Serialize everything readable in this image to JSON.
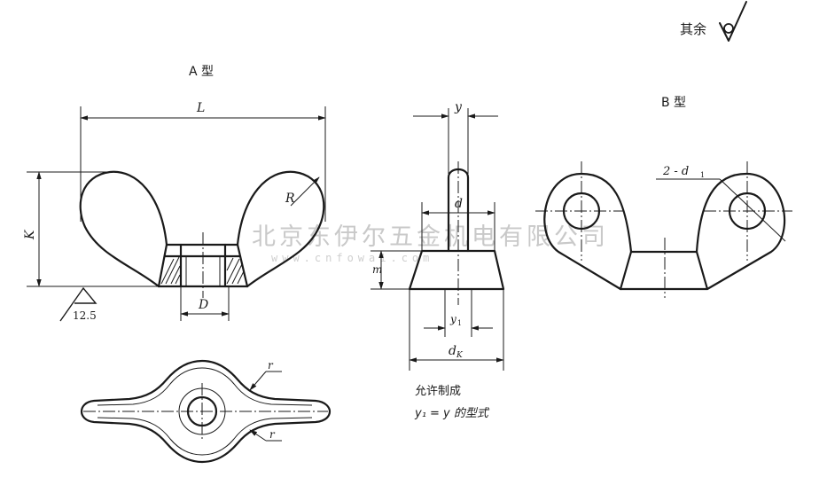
{
  "surface_finish_note": "其余",
  "views": {
    "type_a": {
      "title": "A 型"
    },
    "type_b": {
      "title": "B 型"
    }
  },
  "dimensions": {
    "L": "L",
    "K": "K",
    "R": "R",
    "D": "D",
    "y": "y",
    "d": "d",
    "m": "m",
    "y1": "y",
    "y1_sub": "1",
    "dk": "d",
    "dk_sub": "K",
    "r_top": "r",
    "r_bottom": "r",
    "two_d1": "2 - d",
    "two_d1_sub": "1",
    "roughness_value": "12.5"
  },
  "side_note": {
    "line1": "允许制成",
    "line2": "y₁ = y 的型式"
  },
  "watermark": {
    "company": "北京东伊尔五金机电有限公司",
    "url": "www.cnfowa1.com"
  },
  "colors": {
    "ink": "#1a1a1a",
    "watermark": "#c9c9c9"
  }
}
